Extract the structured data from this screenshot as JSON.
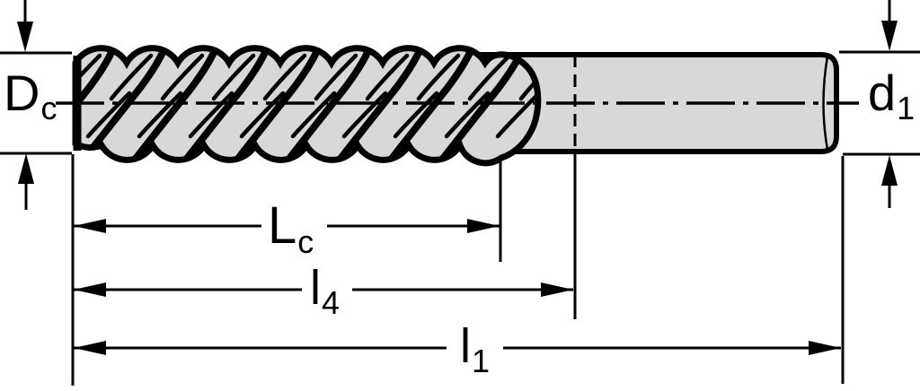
{
  "drawing": {
    "kind": "end-mill-technical-drawing",
    "labels": {
      "dc": {
        "main": "D",
        "sub": "c"
      },
      "d1": {
        "main": "d",
        "sub": "1"
      },
      "lc": {
        "main": "L",
        "sub": "c"
      },
      "l4": {
        "main": "l",
        "sub": "4"
      },
      "l1": {
        "main": "l",
        "sub": "1"
      }
    },
    "colors": {
      "line": "#000000",
      "body_fill": "#d8d8d8",
      "background": "#ffffff"
    }
  }
}
